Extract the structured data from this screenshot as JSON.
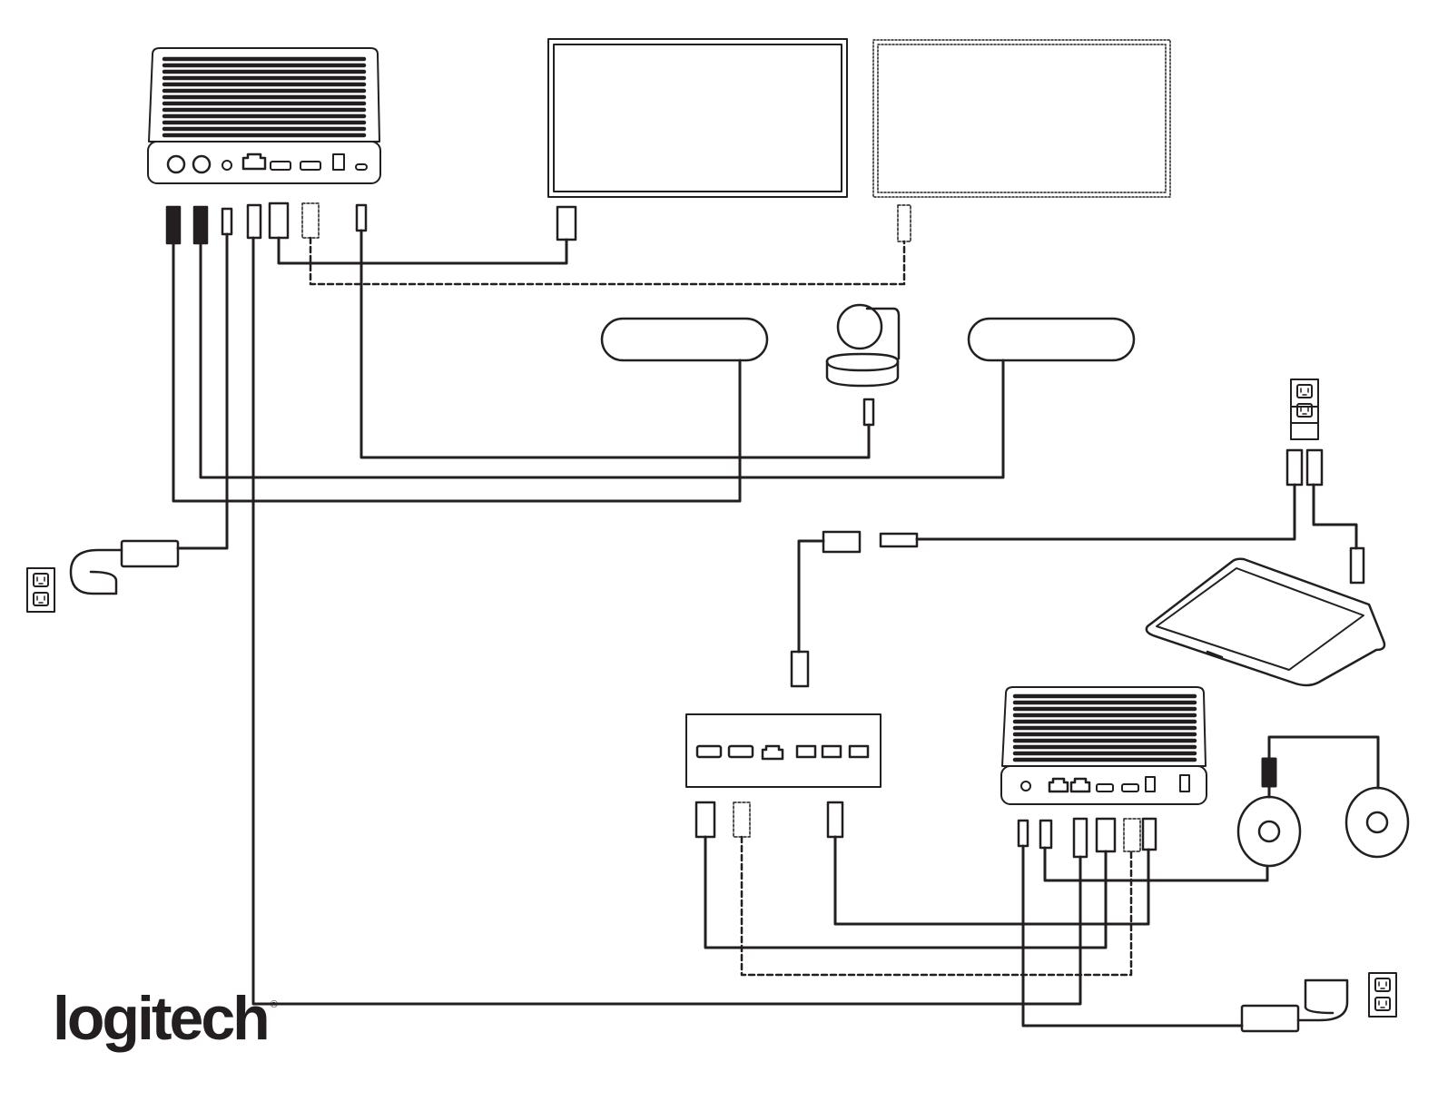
{
  "brand": {
    "logo_text": "logitech",
    "registered_mark": "®"
  },
  "colors": {
    "line": "#231f20",
    "background": "#ffffff"
  },
  "icons": {
    "compute": "compute-box",
    "display": "tv-display",
    "speaker": "speaker-bar",
    "camera": "ptz-camera",
    "wall_outlet": "wall-outlet",
    "power_adapter": "power-brick",
    "touch_controller": "touch-tablet",
    "usb_hub": "usb-hub-box",
    "mic_pod": "microphone-pod"
  }
}
